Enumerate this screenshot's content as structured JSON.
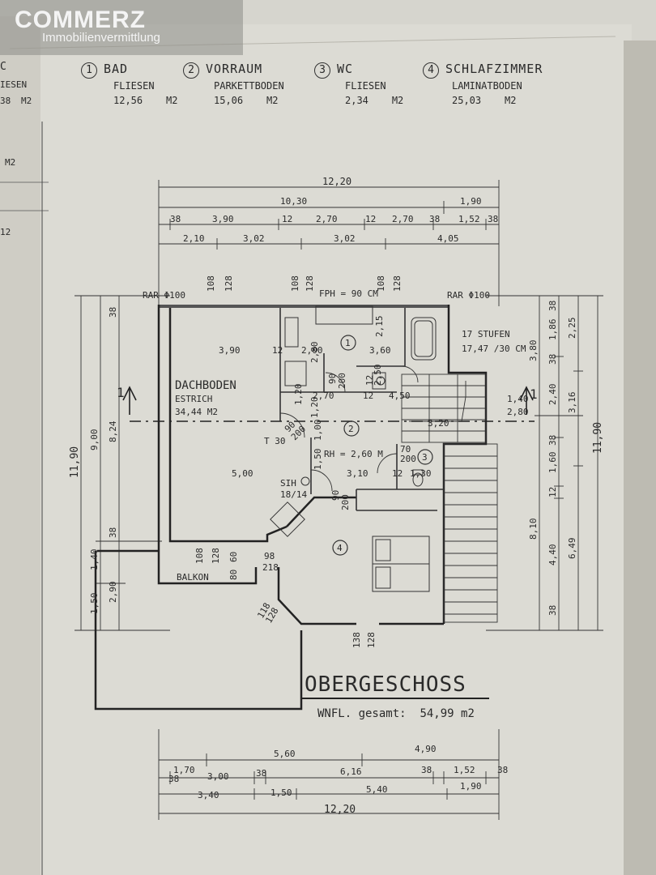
{
  "brand": {
    "logo": "COMMERZ",
    "subtitle": "Immobilienvermittlung",
    "logo_color": "#f4f4f4"
  },
  "rooms": [
    {
      "num": "1",
      "name": "BAD",
      "floor": "FLIESEN",
      "area": "12,56",
      "unit": "M2"
    },
    {
      "num": "2",
      "name": "VORRAUM",
      "floor": "PARKETTBODEN",
      "area": "15,06",
      "unit": "M2"
    },
    {
      "num": "3",
      "name": "WC",
      "floor": "FLIESEN",
      "area": "2,34",
      "unit": "M2"
    },
    {
      "num": "4",
      "name": "SCHLAFZIMMER",
      "floor": "LAMINATBODEN",
      "area": "25,03",
      "unit": "M2"
    }
  ],
  "left_fragments": [
    "C",
    "IESEN",
    "38",
    "M2",
    "M2",
    "12"
  ],
  "plan": {
    "title": "OBERGESCHOSS",
    "wnfl_label": "WNFL. gesamt:",
    "wnfl_value": "54,99 m2",
    "dachboden": {
      "name": "DACHBODEN",
      "floor": "ESTRICH",
      "area": "34,44 M2"
    },
    "stairs": {
      "label": "17 STUFEN",
      "spec": "17,47 /30 CM"
    },
    "section_mark": "1",
    "notes": {
      "rar_left": "RAR Φ100",
      "rar_right": "RAR Φ100",
      "fph": "FPH = 90 CM",
      "rh": "RH = 2,60 M",
      "t30": "T 30",
      "sih": "SIH",
      "sih_dim": "18/14",
      "balkon": "BALKON"
    },
    "top_dims": {
      "overall": "12,20",
      "row1": [
        "10,30",
        "1,90"
      ],
      "row2": [
        "38",
        "3,90",
        "12",
        "2,70",
        "12",
        "2,70",
        "38",
        "1,52",
        "38"
      ],
      "row3": [
        "2,10",
        "3,02",
        "3,02",
        "4,05"
      ]
    },
    "bottom_dims": {
      "overall": "12,20",
      "row1": [
        "1,70",
        "5,60",
        "4,90"
      ],
      "row2": [
        "38",
        "3,00",
        "38",
        "6,16",
        "38",
        "1,52",
        "38"
      ],
      "row3": [
        "3,40",
        "1,50",
        "5,40",
        "1,90"
      ]
    },
    "left_dims": {
      "overall": "11,90",
      "col1": "9,00",
      "col2": [
        "38",
        "8,24",
        "38"
      ],
      "col3": [
        "1,40",
        "1,50"
      ],
      "col4": "2,90"
    },
    "right_dims": {
      "overall": "11,90",
      "col1": [
        "3,80",
        "8,10"
      ],
      "col2": [
        "38",
        "1,86",
        "38",
        "2,40",
        "38",
        "1,60",
        "12",
        "4,40",
        "38"
      ],
      "col3": [
        "2,25",
        "3,16",
        "6,49"
      ]
    },
    "interior_dims": [
      "3,90",
      "12",
      "2,00",
      "2,80",
      "3,60",
      "2,15",
      "1,20",
      "2,70",
      "12",
      "4,50",
      "12",
      "2,50",
      "1,40",
      "2,80",
      "3,20",
      "5,00",
      "3,10",
      "1,30",
      "12",
      "1,50",
      "1,00",
      "1,20",
      "70",
      "200",
      "90",
      "200",
      "90",
      "200",
      "90",
      "200"
    ],
    "window_dims": [
      "108",
      "128",
      "108",
      "128",
      "108",
      "128",
      "108",
      "128",
      "60",
      "80",
      "98",
      "218",
      "118",
      "128",
      "138",
      "128"
    ],
    "room_nums": [
      "1",
      "2",
      "3",
      "4"
    ]
  }
}
